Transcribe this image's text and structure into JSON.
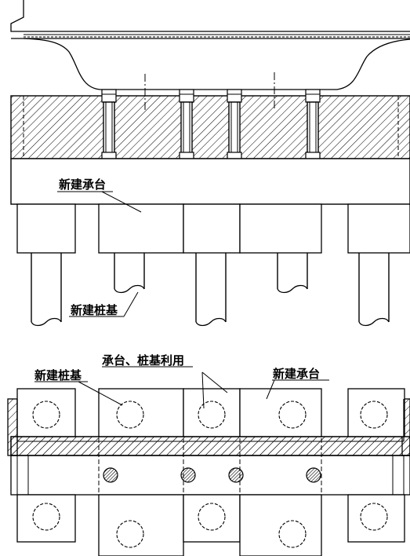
{
  "labels": {
    "new_cap": "新建承台",
    "new_pile": "新建桩基",
    "plan_new_pile": "新建桩基",
    "reuse": "承台、桩基利用",
    "plan_new_cap": "新建承台"
  }
}
